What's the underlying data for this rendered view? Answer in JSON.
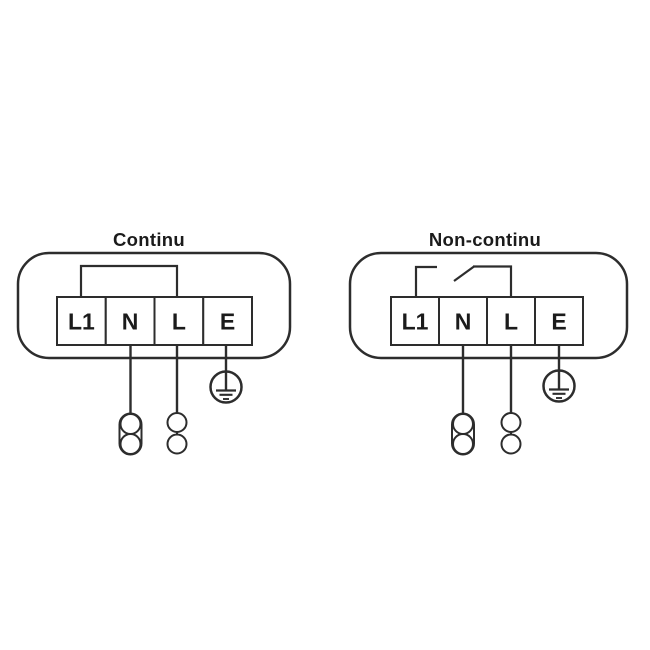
{
  "canvas": {
    "background": "#ffffff",
    "stroke_color": "#2d2d2d",
    "text_color": "#1b1b1b"
  },
  "diagrams": [
    {
      "title": "Continu",
      "terminals": [
        "L1",
        "N",
        "L",
        "E"
      ],
      "bridge": "closed jumper between L1 and L",
      "icons": {
        "earth": "earth-ground-icon",
        "neutral_connector": "capsule-double-circle-connector-icon",
        "line_connector": "double-circle-connector-icon"
      }
    },
    {
      "title": "Non-continu",
      "terminals": [
        "L1",
        "N",
        "L",
        "E"
      ],
      "bridge": "open switch between L1 and L",
      "icons": {
        "earth": "earth-ground-icon",
        "neutral_connector": "capsule-double-circle-connector-icon",
        "line_connector": "double-circle-connector-icon"
      }
    }
  ]
}
